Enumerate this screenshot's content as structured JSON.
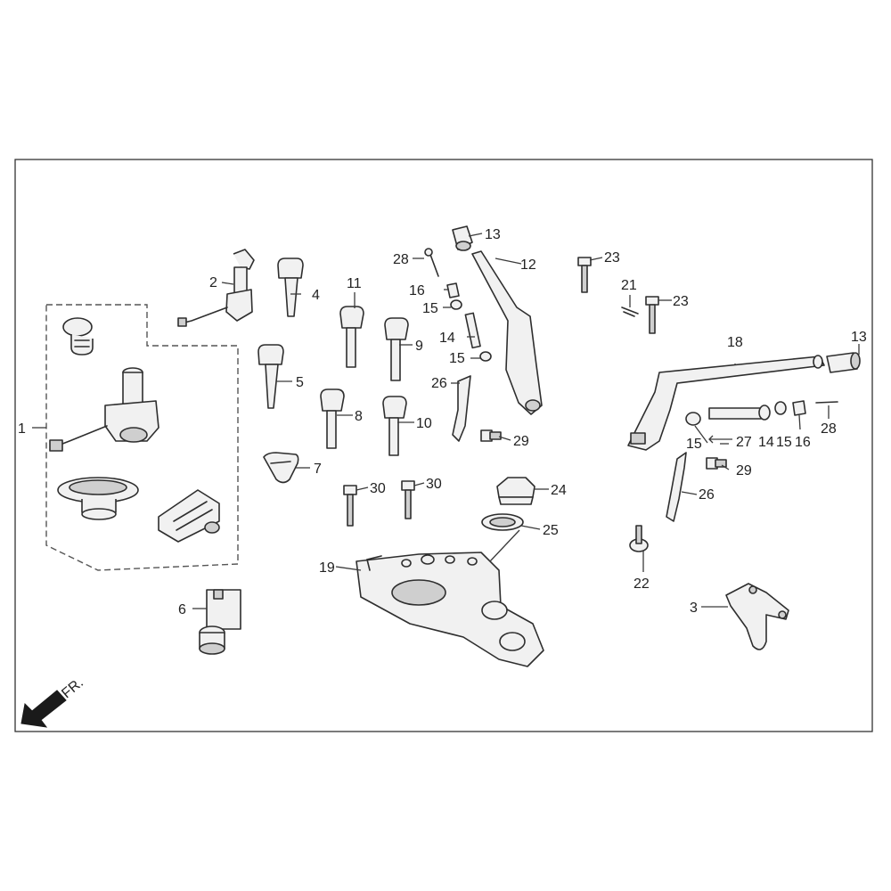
{
  "callouts": {
    "c1": "1",
    "c2": "2",
    "c3": "3",
    "c4": "4",
    "c5": "5",
    "c6": "6",
    "c7": "7",
    "c8": "8",
    "c9": "9",
    "c10": "10",
    "c11": "11",
    "c12": "12",
    "c13a": "13",
    "c13b": "13",
    "c14a": "14",
    "c14b": "14",
    "c15a": "15",
    "c15b": "15",
    "c15c": "15",
    "c15d": "15",
    "c16a": "16",
    "c16b": "16",
    "c18": "18",
    "c19": "19",
    "c21": "21",
    "c22": "22",
    "c23a": "23",
    "c23b": "23",
    "c24": "24",
    "c25": "25",
    "c26a": "26",
    "c26b": "26",
    "c27": "27",
    "c28a": "28",
    "c28b": "28",
    "c29a": "29",
    "c29b": "29",
    "c30a": "30",
    "c30b": "30"
  },
  "direction": {
    "label": "FR."
  },
  "colors": {
    "line": "#2e2e2e",
    "fill": "#f1f1f1",
    "shade": "#cfcfcf"
  }
}
